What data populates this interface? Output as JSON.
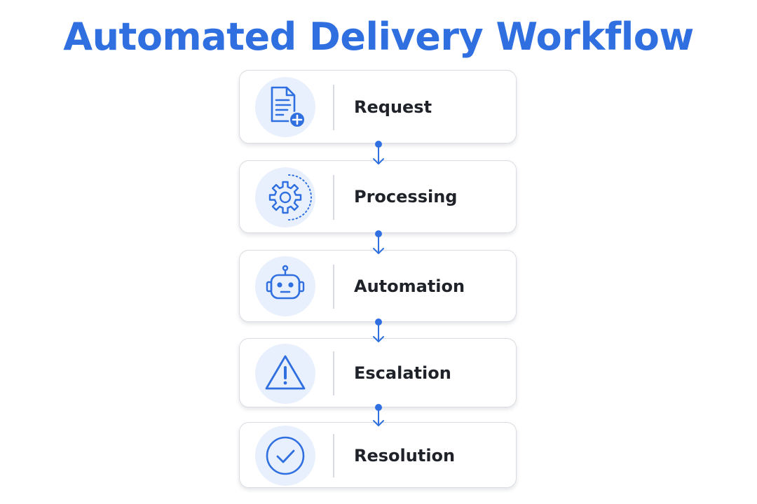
{
  "diagram": {
    "title": "Automated Delivery Workflow",
    "accent_color": "#2f6fe0",
    "icon_bg_color": "#e8f0fd",
    "steps": [
      {
        "label": "Request",
        "icon": "document-add-icon"
      },
      {
        "label": "Processing",
        "icon": "gear-icon"
      },
      {
        "label": "Automation",
        "icon": "robot-icon"
      },
      {
        "label": "Escalation",
        "icon": "warning-icon"
      },
      {
        "label": "Resolution",
        "icon": "check-circle-icon"
      }
    ]
  }
}
